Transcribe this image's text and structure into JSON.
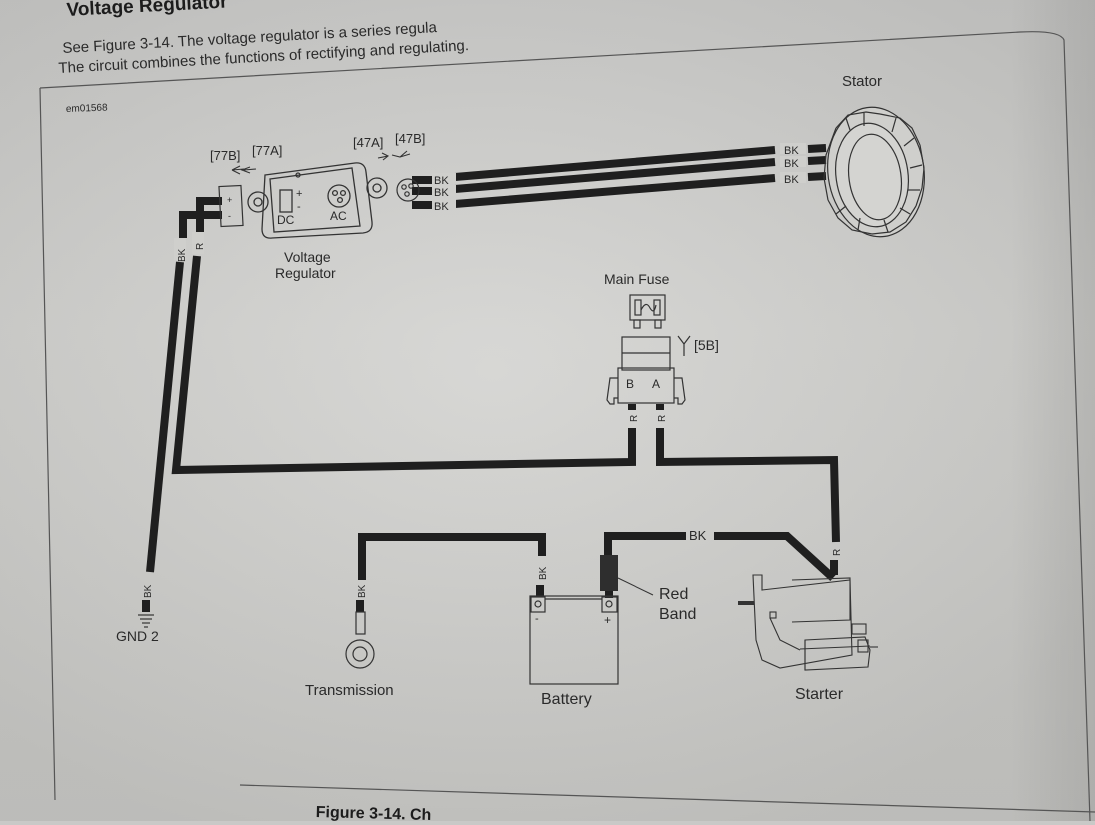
{
  "section": {
    "title": "Voltage Regulator",
    "paragraph_line1": "See Figure 3-14. The voltage regulator is a series regula",
    "paragraph_line2": "The circuit combines the functions of rectifying and regulating."
  },
  "figure": {
    "id_code": "em01568",
    "caption": "Figure 3-14. Ch",
    "components": {
      "stator": "Stator",
      "regulator_line1": "Voltage",
      "regulator_line2": "Regulator",
      "regulator_dc": "DC",
      "regulator_ac": "AC",
      "regulator_plus": "+",
      "regulator_minus": "-",
      "main_fuse": "Main Fuse",
      "fuse_terminal_b": "B",
      "fuse_terminal_a": "A",
      "gnd": "GND 2",
      "transmission": "Transmission",
      "battery": "Battery",
      "battery_neg": "-",
      "battery_pos": "+",
      "starter": "Starter",
      "red_band_line1": "Red",
      "red_band_line2": "Band"
    },
    "connectors": {
      "c77b": "[77B]",
      "c77a": "[77A]",
      "c47a": "[47A]",
      "c47b": "[47B]",
      "c5b": "[5B]"
    },
    "wire_colors": {
      "stator_1": "BK",
      "stator_2": "BK",
      "stator_3": "BK",
      "reg_ac_1": "BK",
      "reg_ac_2": "BK",
      "reg_ac_3": "BK",
      "reg_dc_neg": "BK",
      "reg_dc_pos": "R",
      "fuse_b": "R",
      "fuse_a": "R",
      "gnd": "BK",
      "transmission": "BK",
      "battery_neg": "BK",
      "battery_to_starter": "BK",
      "starter_pos": "R"
    }
  }
}
